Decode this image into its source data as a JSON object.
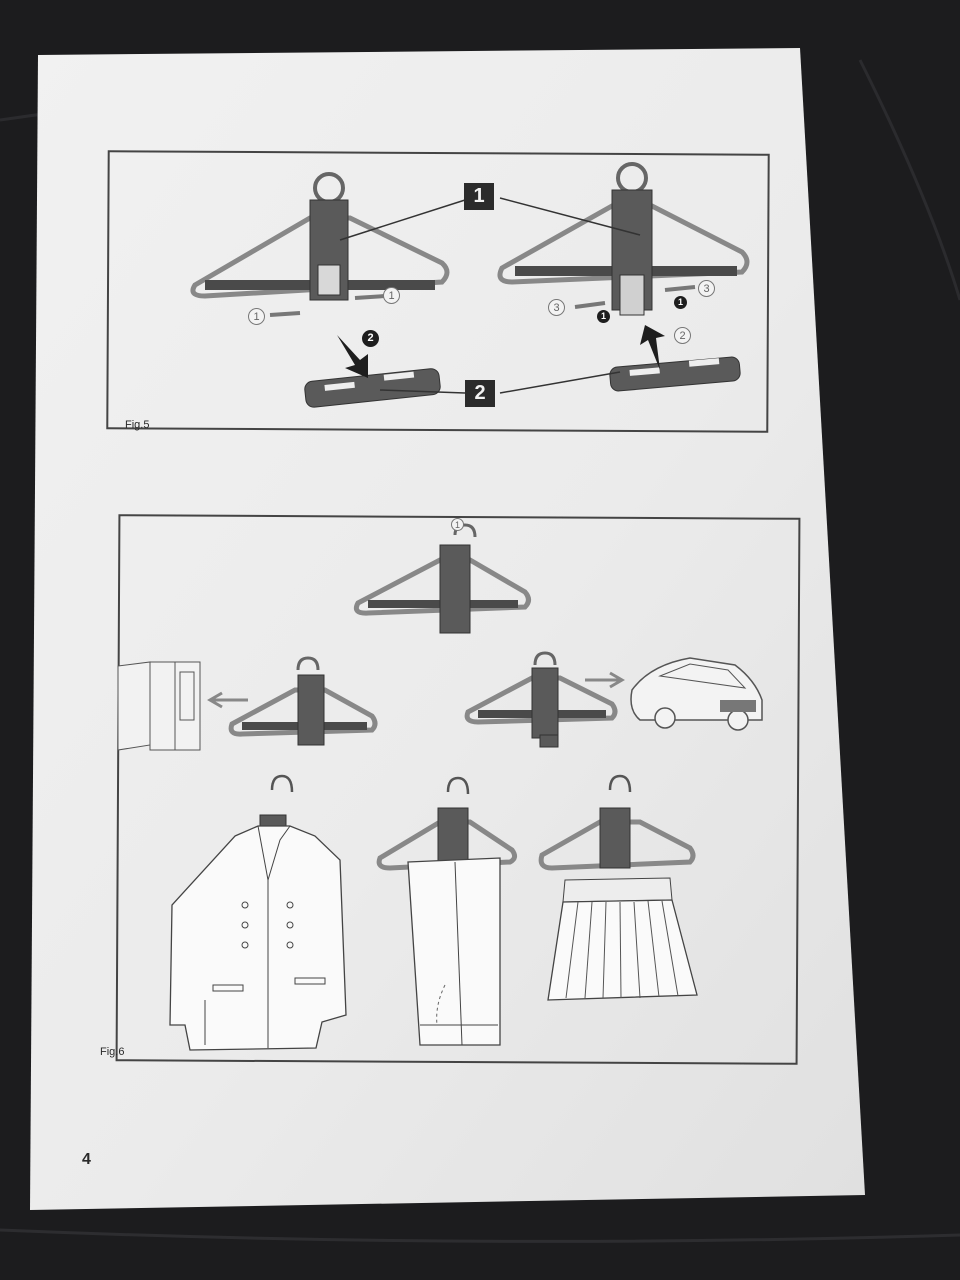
{
  "figures": [
    {
      "label": "Fig.5",
      "callouts": [
        "1",
        "2"
      ],
      "step_markers": [
        "1",
        "1",
        "2",
        "1",
        "1",
        "2",
        "3",
        "3"
      ]
    },
    {
      "label": "Fig.6",
      "step_markers": [
        "1"
      ]
    }
  ],
  "page_number": "4",
  "colors": {
    "background": "#1c1c1e",
    "paper": "#eeeeee",
    "ink": "#2a2a2a",
    "hanger_body": "#5a5a5a"
  },
  "icons": [
    "hanger-icon",
    "wardrobe-icon",
    "car-icon",
    "jacket-icon",
    "trousers-icon",
    "skirt-icon",
    "arrow-icon"
  ]
}
